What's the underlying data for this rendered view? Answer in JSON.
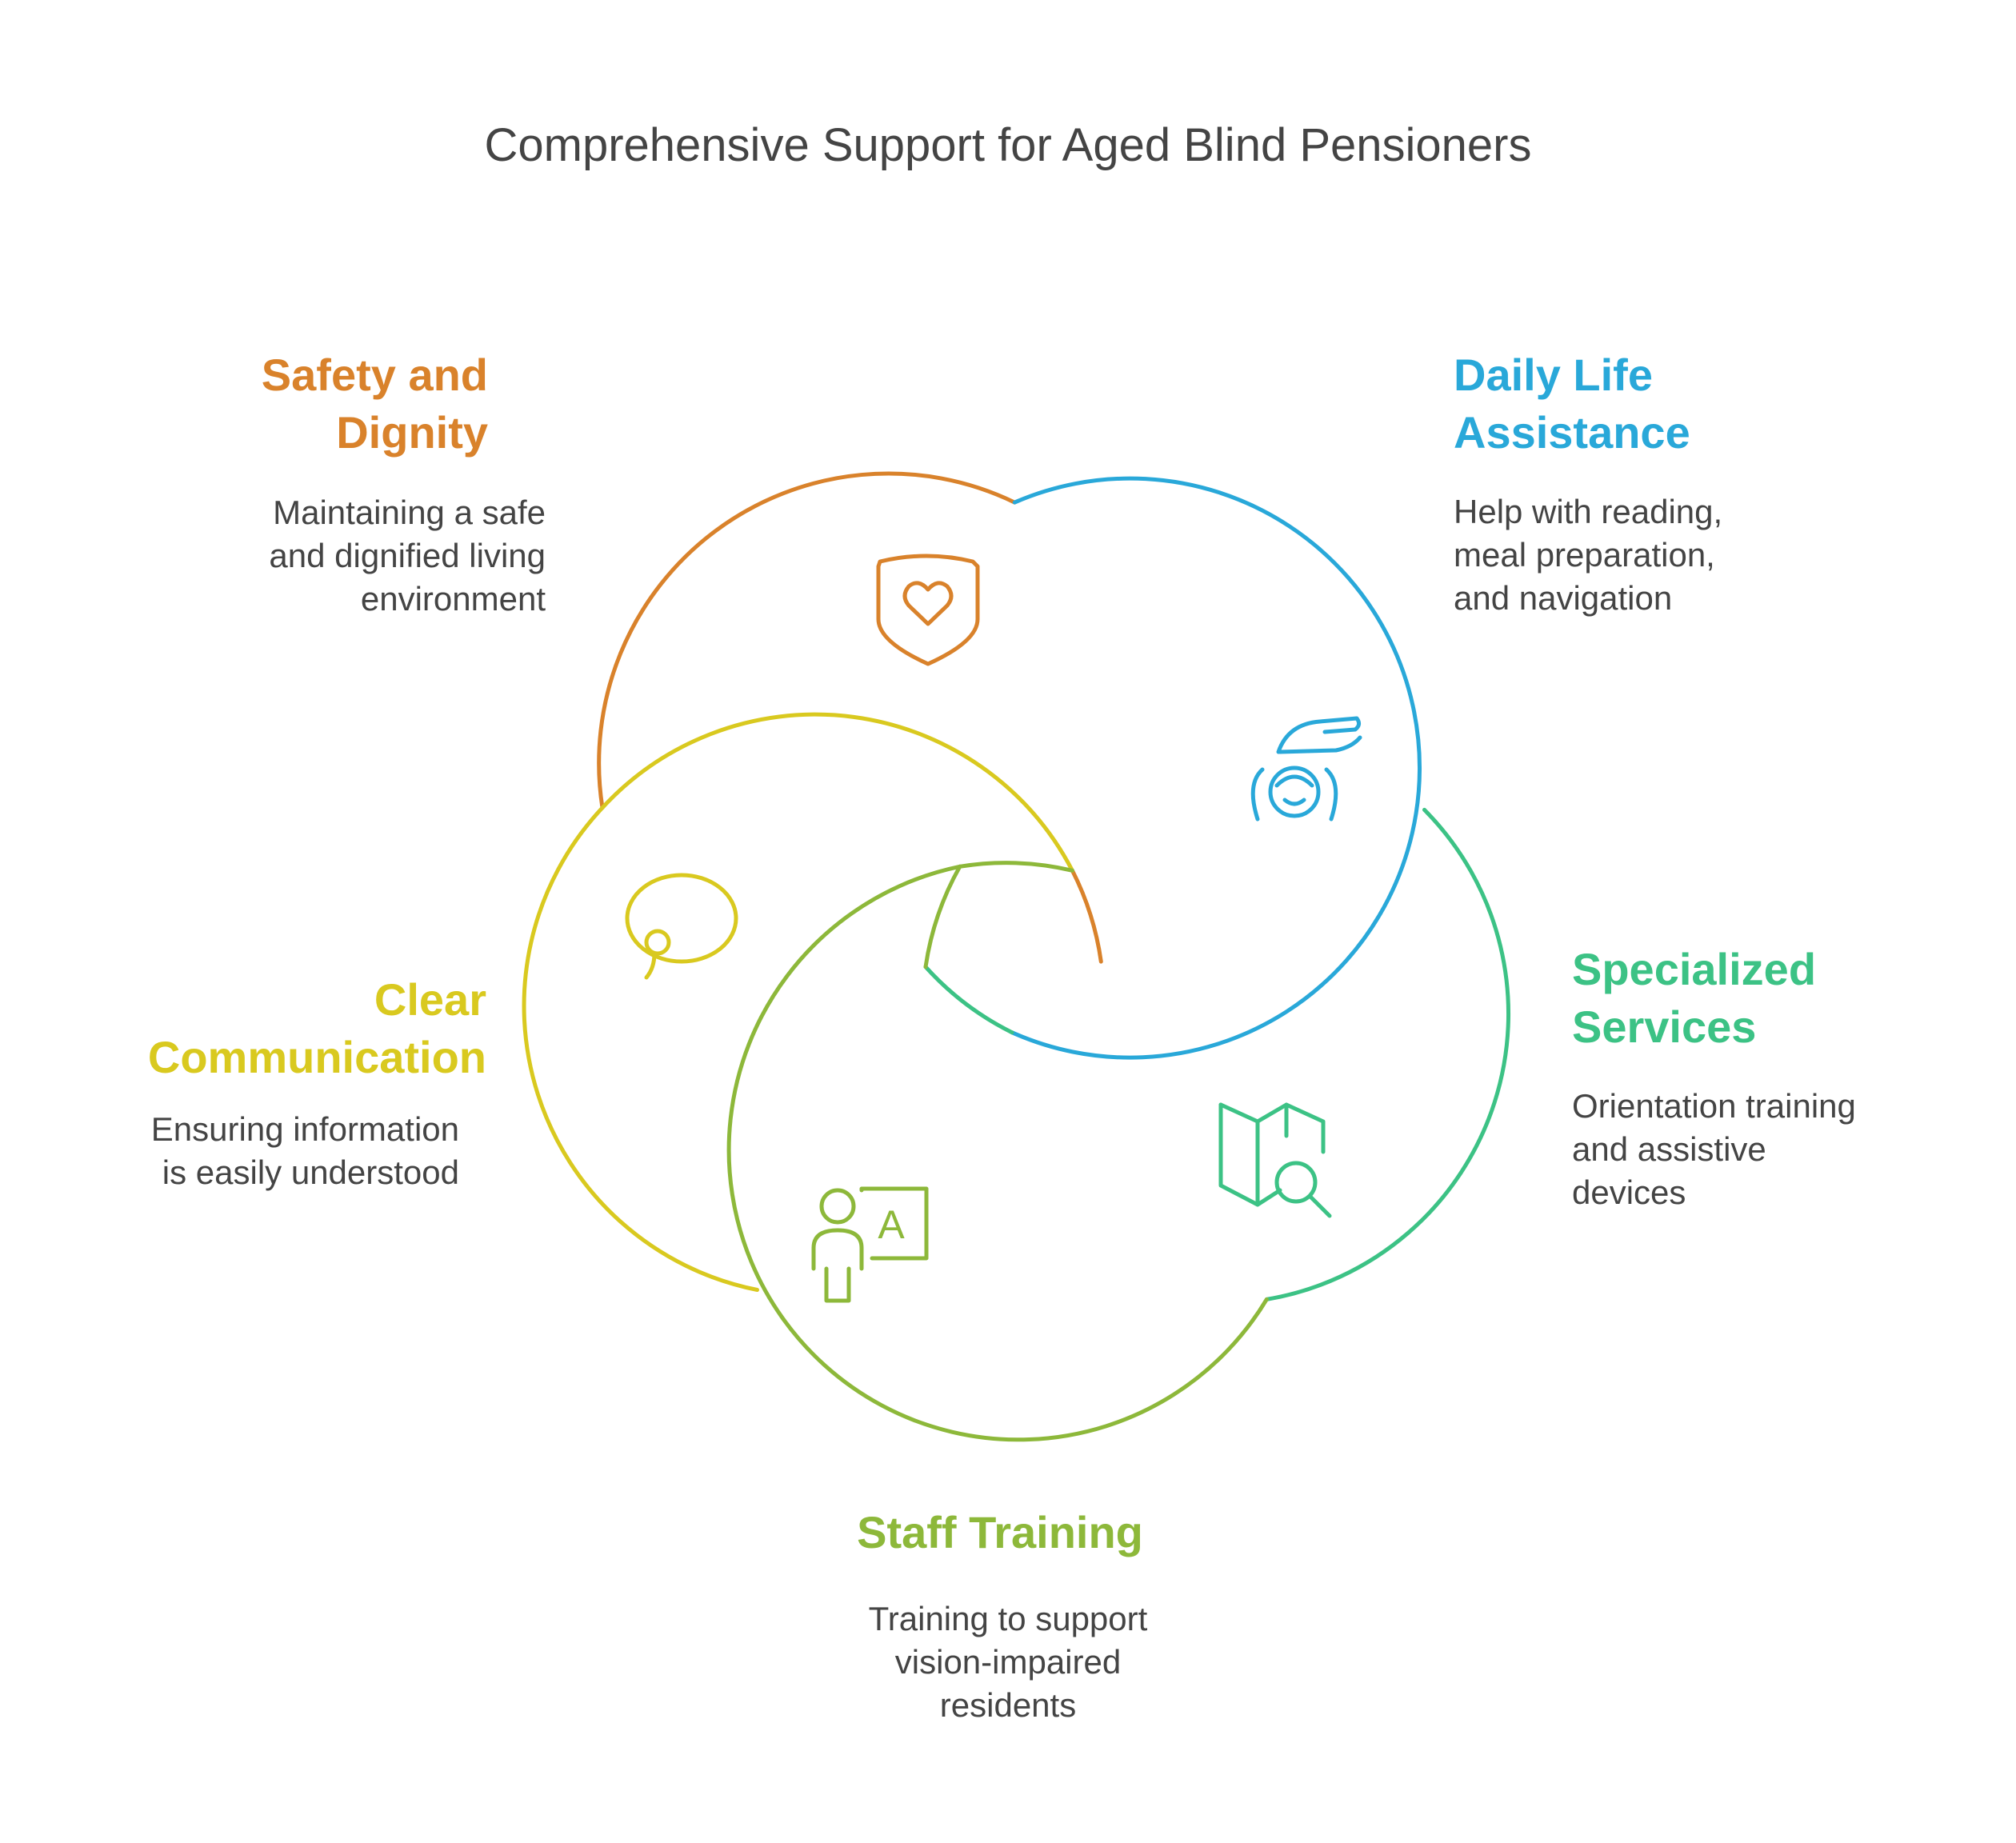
{
  "title": "Comprehensive Support for Aged Blind Pensioners",
  "colors": {
    "safety": "#D9822B",
    "daily": "#29A8D9",
    "specialized": "#3CC285",
    "staff": "#8DB83A",
    "communication": "#D9C91F",
    "text": "#444444"
  },
  "sections": {
    "safety": {
      "heading": "Safety and\nDignity",
      "description": "Maintaining a safe\nand dignified living\nenvironment",
      "icon": "shield-heart-icon"
    },
    "daily": {
      "heading": "Daily Life\nAssistance",
      "description": "Help with reading,\nmeal preparation,\nand navigation",
      "icon": "hand-caring-person-icon"
    },
    "specialized": {
      "heading": "Specialized\nServices",
      "description": "Orientation training\nand assistive\ndevices",
      "icon": "map-search-icon"
    },
    "staff": {
      "heading": "Staff Training",
      "description": "Training to support\nvision-impaired\nresidents",
      "icon": "teacher-board-icon",
      "board_letter": "A"
    },
    "communication": {
      "heading": "Clear\nCommunication",
      "description": "Ensuring information\nis easily understood",
      "icon": "speech-bubble-icon"
    }
  }
}
